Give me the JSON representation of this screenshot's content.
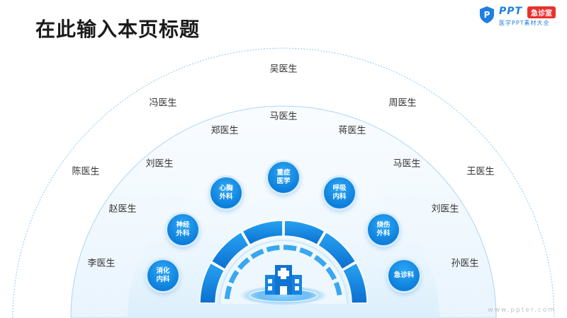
{
  "title": "在此输入本页标题",
  "logo": {
    "ppt_text": "PPT",
    "badge_text": "急诊室",
    "subtitle": "医学PPT素材大全"
  },
  "doctors": [
    "吴医生",
    "冯医生",
    "周医生",
    "马医生",
    "郑医生",
    "蒋医生",
    "陈医生",
    "刘医生",
    "马医生",
    "王医生",
    "赵医生",
    "刘医生",
    "李医生",
    "孙医生"
  ],
  "departments": [
    "重症\n医学",
    "心胸\n外科",
    "呼吸\n内科",
    "神经\n外科",
    "烧伤\n外科",
    "消化\n内科",
    "急诊科"
  ],
  "watermark": "www.ppter.com",
  "colors": {
    "primary": "#0d7fdc",
    "light": "#e8f4fd",
    "logo_red": "#e8322f"
  },
  "icons": {
    "center": "hospital-icon",
    "logo": "shield-p-icon"
  }
}
